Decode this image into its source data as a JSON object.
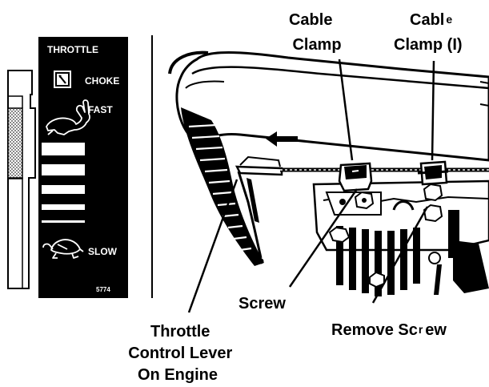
{
  "plate": {
    "title": "THROTTLE",
    "choke": "CHOKE",
    "fast": "FAST",
    "slow": "SLOW",
    "part_number": "5774",
    "icons": [
      "choke-icon",
      "rabbit-icon",
      "turtle-icon"
    ]
  },
  "callouts": {
    "cable_clamp_left": [
      "Cable",
      "Clamp"
    ],
    "cable_clamp_right": [
      "Cabl",
      "e",
      "Clamp (I)"
    ],
    "screw": "Screw",
    "remove_screw": [
      "Remove Sc",
      "r",
      "ew"
    ],
    "throttle_lever": [
      "Throttle",
      "Control Lever",
      "On Engine"
    ]
  },
  "colors": {
    "ink": "#000000",
    "paper": "#ffffff",
    "hatch": "#9a9a9a"
  }
}
